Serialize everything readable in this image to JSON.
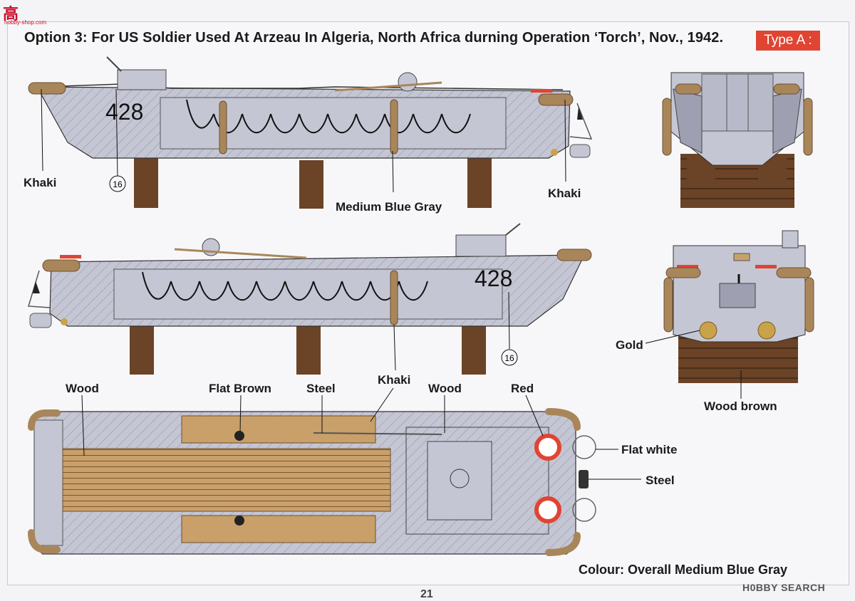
{
  "header": {
    "title": "Option 3: For US Soldier Used At Arzeau In Algeria, North Africa durning Operation ‘Torch’, Nov., 1942.",
    "type_badge": "Type A :"
  },
  "branding": {
    "logo_text": "高",
    "logo_sub": "hobby-shop.com"
  },
  "hull_number": "428",
  "callout_number": "16",
  "labels": {
    "khaki_left": "Khaki",
    "medium_blue_gray": "Medium Blue Gray",
    "khaki_right": "Khaki",
    "gold": "Gold",
    "khaki_mid": "Khaki",
    "wood_brown": "Wood brown",
    "wood_left": "Wood",
    "flat_brown": "Flat Brown",
    "steel_top": "Steel",
    "wood_right": "Wood",
    "red": "Red",
    "flat_white": "Flat white",
    "steel_right": "Steel"
  },
  "footer": {
    "colour_note": "Colour: Overall Medium Blue Gray",
    "page_number": "21",
    "watermark": "H0BBY SEARCH"
  },
  "colors": {
    "hull": "#c5c6d4",
    "hull_dark": "#9ea0b2",
    "wood": "#c9a06a",
    "wood_brown": "#6b4326",
    "khaki": "#a9865a",
    "red": "#e04432",
    "gold": "#c9a24a"
  }
}
